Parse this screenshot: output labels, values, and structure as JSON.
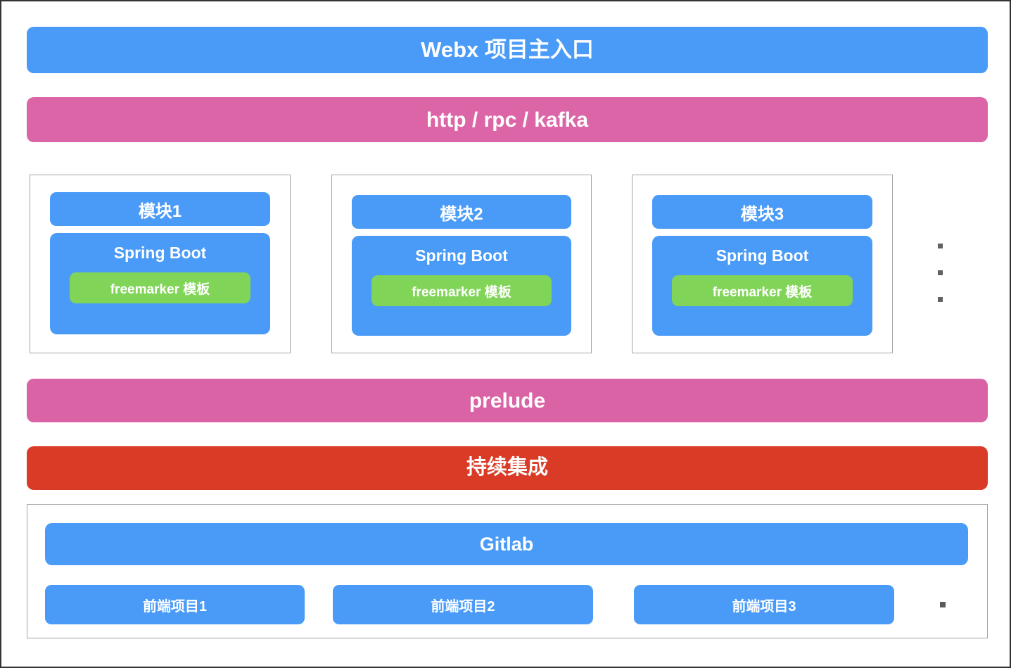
{
  "diagram": {
    "title_bar": {
      "label": "Webx 项目主入口",
      "color": "#4a9bf7"
    },
    "transport_bar": {
      "label": "http / rpc / kafka",
      "color": "#dc65a7"
    },
    "modules": [
      {
        "title": "模块1",
        "framework": "Spring Boot",
        "template": "freemarker 模板",
        "framework_color": "#4a9bf7",
        "template_color": "#80d457"
      },
      {
        "title": "模块2",
        "framework": "Spring Boot",
        "template": "freemarker 模板",
        "framework_color": "#4a9bf7",
        "template_color": "#80d457"
      },
      {
        "title": "模块3",
        "framework": "Spring Boot",
        "template": "freemarker 模板",
        "framework_color": "#4a9bf7",
        "template_color": "#80d457"
      }
    ],
    "modules_more_indicator": "⋮",
    "prelude_bar": {
      "label": "prelude",
      "color": "#d963a5"
    },
    "ci_bar": {
      "label": "持续集成",
      "color": "#d93b26"
    },
    "repo_section": {
      "gitlab": {
        "label": "Gitlab",
        "color": "#4a9bf7"
      },
      "frontend_projects": [
        {
          "label": "前端项目1"
        },
        {
          "label": "前端项目2"
        },
        {
          "label": "前端项目3"
        }
      ],
      "more_indicator": "·"
    }
  }
}
